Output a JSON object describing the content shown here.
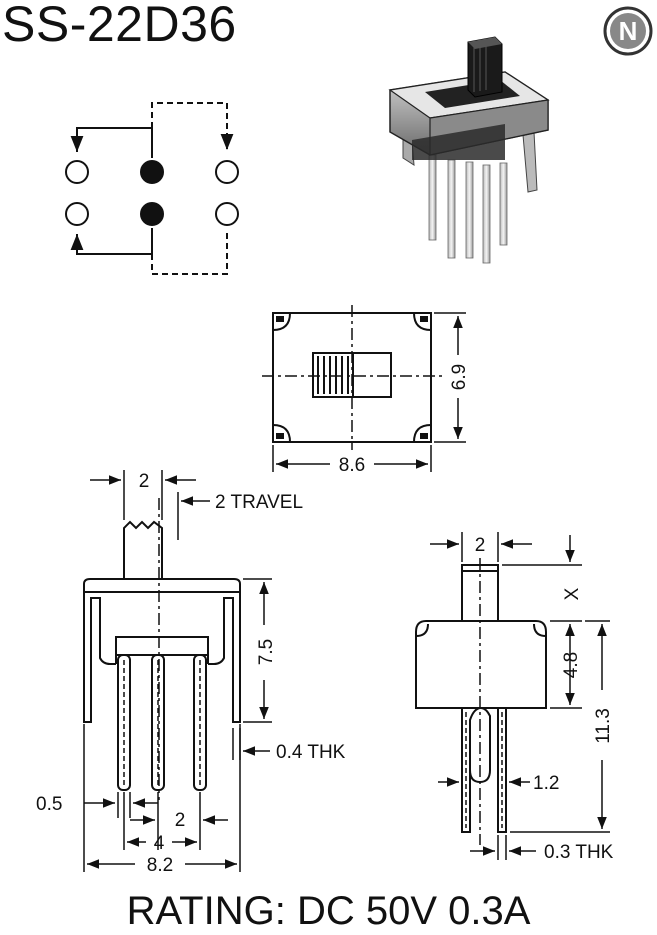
{
  "title": "SS-22D36",
  "logo": {
    "letter": "N",
    "icon": "circle-n-logo-icon"
  },
  "top_view": {
    "width_label": "8.6",
    "height_label": "6.9"
  },
  "front_view": {
    "actuator_width": "2",
    "travel_label": "2 TRAVEL",
    "height_label": "7.5",
    "thickness_label": "0.4 THK",
    "pin_width": "0.5",
    "pin_pitch": "2",
    "pin_span": "4",
    "overall_width": "8.2"
  },
  "side_view": {
    "actuator_width": "2",
    "actuator_height": "X",
    "body_height": "4.8",
    "overall_height": "11.3",
    "bracket_width": "1.2",
    "thickness_label": "0.3 THK"
  },
  "rating": "RATING: DC 50V 0.3A"
}
